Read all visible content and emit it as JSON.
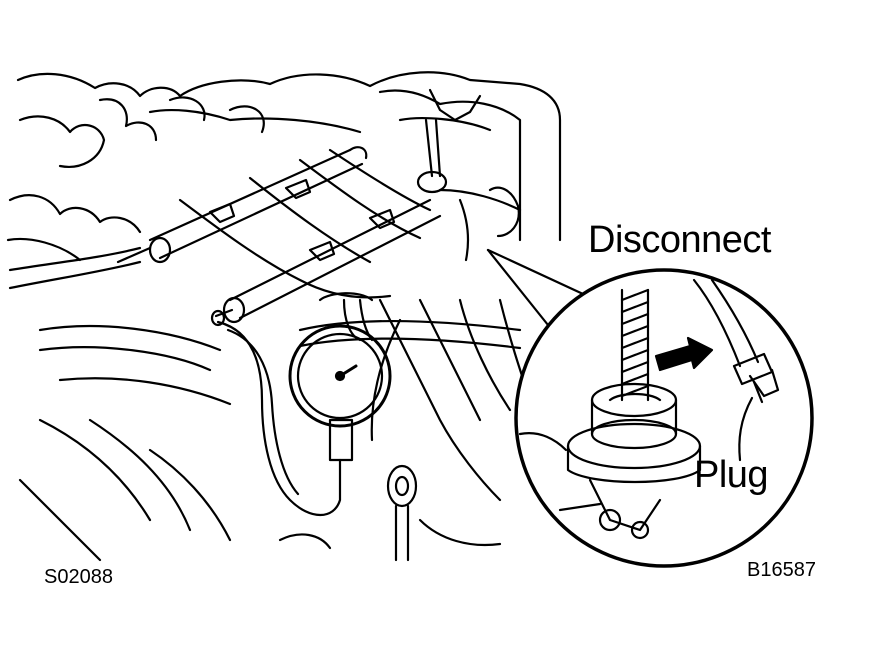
{
  "callouts": {
    "disconnect": "Disconnect",
    "plug": "Plug"
  },
  "figure_codes": {
    "left": "S02088",
    "right": "B16587"
  },
  "colors": {
    "ink": "#000000",
    "paper": "#ffffff"
  }
}
